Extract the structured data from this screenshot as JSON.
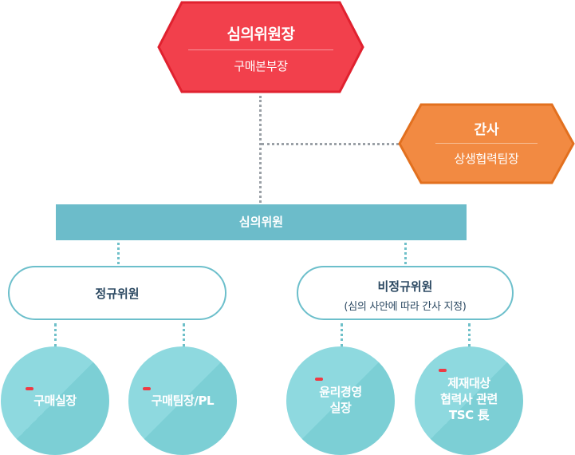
{
  "chairman": {
    "title": "심의위원장",
    "subtitle": "구매본부장",
    "color": "#f03e4b"
  },
  "secretary": {
    "title": "간사",
    "subtitle": "상생협력팀장",
    "color": "#f08a3e"
  },
  "committee": {
    "label": "심의위원",
    "color": "#6cbcca"
  },
  "regular_members": {
    "title": "정규위원"
  },
  "irregular_members": {
    "title": "비정규위원",
    "subtitle": "(심의 사안에 따라 간사 지정)"
  },
  "roles": [
    {
      "label": "구매실장"
    },
    {
      "label": "구매팀장/PL"
    },
    {
      "label_line1": "윤리경영",
      "label_line2": "실장"
    },
    {
      "label_line1": "제재대상",
      "label_line2": "협력사 관련",
      "label_line3": "TSC 長"
    }
  ]
}
